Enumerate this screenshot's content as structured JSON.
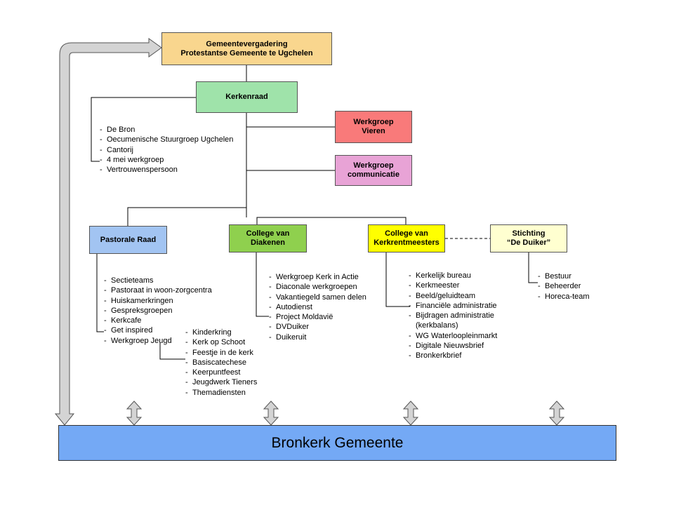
{
  "nodes": {
    "gemeentevergadering": {
      "line1": "Gemeentevergadering",
      "line2": "Protestantse Gemeente te Ugchelen",
      "color": "#f9d68e"
    },
    "kerkenraad": {
      "line1": "Kerkenraad",
      "color": "#9fe3aa"
    },
    "werkgroep_vieren": {
      "line1": "Werkgroep",
      "line2": "Vieren",
      "color": "#f97a7a"
    },
    "werkgroep_communicatie": {
      "line1": "Werkgroep",
      "line2": "communicatie",
      "color": "#e8a3d6"
    },
    "pastorale_raad": {
      "line1": "Pastorale Raad",
      "color": "#a2c4f2"
    },
    "college_diakenen": {
      "line1": "College van",
      "line2": "Diakenen",
      "color": "#8fd04e"
    },
    "college_kerkrentmeesters": {
      "line1": "College van",
      "line2": "Kerkrentmeesters",
      "color": "#ffff00"
    },
    "stichting_de_duiker": {
      "line1": "Stichting",
      "line2": "“De Duiker”",
      "color": "#ffffd0"
    }
  },
  "lists": {
    "kerkenraad": [
      "De Bron",
      "Oecumenische Stuurgroep Ugchelen",
      "Cantorij",
      "4 mei werkgroep",
      "Vertrouwenspersoon"
    ],
    "pastorale_raad": [
      "Sectieteams",
      "Pastoraat in woon-zorgcentra",
      "Huiskamerkringen",
      "Gespreksgroepen",
      "Kerkcafe",
      "Get inspired",
      "Werkgroep Jeugd"
    ],
    "jeugd": [
      "Kinderkring",
      "Kerk op Schoot",
      "Feestje in de kerk",
      "Basiscatechese",
      "Keerpuntfeest",
      "Jeugdwerk Tieners",
      "Themadiensten"
    ],
    "diakenen": [
      "Werkgroep Kerk in Actie",
      "Diaconale werkgroepen",
      "Vakantiegeld samen delen",
      "Autodienst",
      "Project Moldavië",
      "DVDuiker",
      "Duikeruit"
    ],
    "kerkrentmeesters": [
      "Kerkelijk bureau",
      "Kerkmeester",
      "Beeld/geluidteam",
      "Financiële administratie",
      "Bijdragen administratie",
      "WG Waterloopleinmarkt",
      "Digitale Nieuwsbrief",
      "Bronkerkbrief"
    ],
    "kerkrentmeesters_continuation": "(kerkbalans)",
    "stichting": [
      "Bestuur",
      "Beheerder",
      "Horeca-team"
    ]
  },
  "bottom_bar": {
    "label": "Bronkerk Gemeente",
    "color": "#74a9f5"
  },
  "arrow_color": "#d4d4d4"
}
